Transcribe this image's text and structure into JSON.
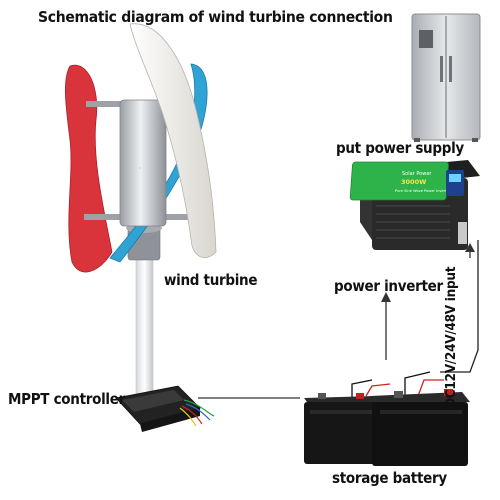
{
  "title": "Schematic diagram of wind turbine connection",
  "labels": {
    "wind_turbine": "wind turbine",
    "power_inverter": "power inverter",
    "power_supply": "put power supply",
    "mppt_controller": "MPPT controller",
    "storage_battery": "storage battery",
    "dc_input": "DC12V/24V/48V input"
  },
  "inverter_panel": {
    "brand": "Solar Power",
    "rating": "3000W",
    "subtitle": "Pure Sine Wave Power Inverter"
  },
  "colors": {
    "blade_red": "#d9333b",
    "blade_blue": "#2fa3d4",
    "blade_white": "#f4f2ee",
    "inverter_green": "#2db34a",
    "inverter_body": "#222222",
    "wire_red": "#d42020",
    "wire_black": "#111111",
    "fridge_silver": "#c9ccd0"
  }
}
